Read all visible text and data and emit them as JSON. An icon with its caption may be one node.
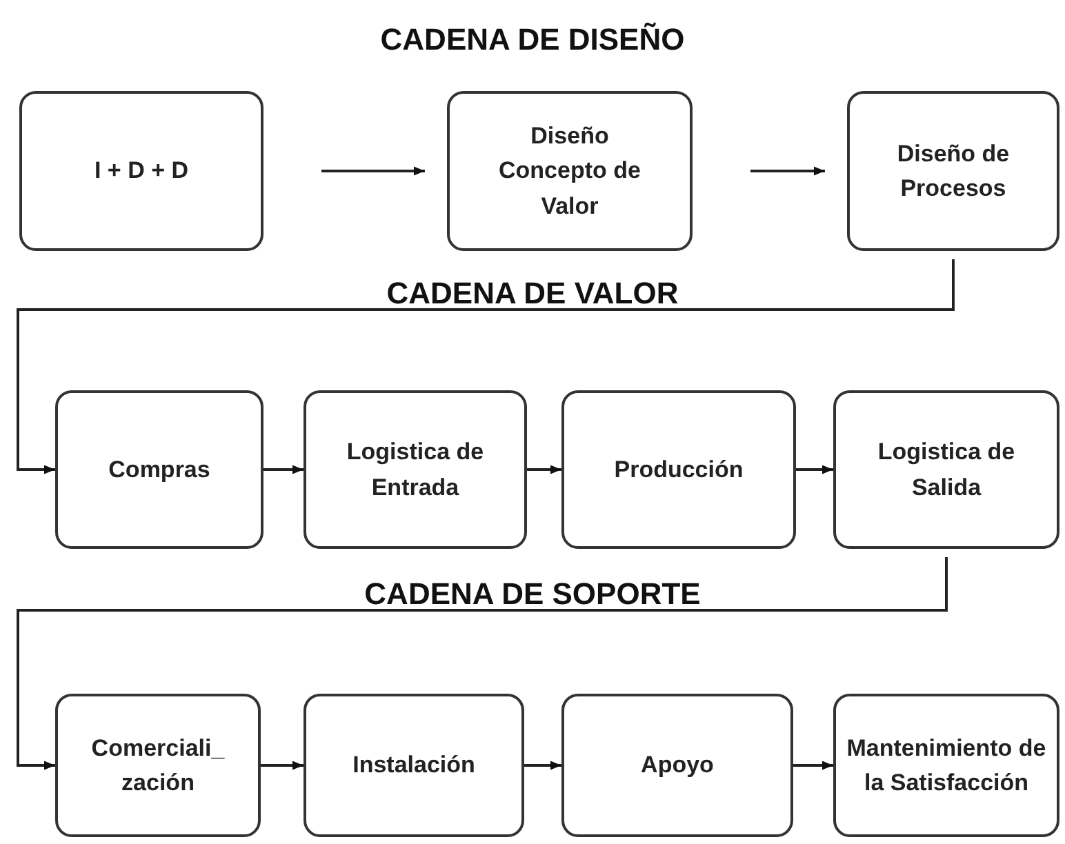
{
  "diagram": {
    "title": "CADENA DE DISEÑO",
    "nodes": [
      {
        "text": [
          "I + D + D"
        ]
      },
      {
        "text": [
          "Diseño Concepto de Valor"
        ]
      },
      {
        "text": [
          "Diseño de Procesos"
        ]
      },
      {
        "text": [
          "Compras"
        ]
      },
      {
        "text": [
          "Logistica de Entrada"
        ]
      },
      {
        "text": [
          "Producción"
        ]
      },
      {
        "text": [
          "Logistica de Salida"
        ]
      },
      {
        "text": [
          "Comerciali_ zación"
        ]
      },
      {
        "text": [
          "Instalación"
        ]
      },
      {
        "text": [
          "Apoyo"
        ]
      },
      {
        "text": [
          "Mantenimiento de la Satisfacción"
        ]
      }
    ],
    "edges": [
      {
        "from": 0,
        "to": 1,
        "arrow": "to"
      },
      {
        "from": 1,
        "to": 2,
        "arrow": "to"
      },
      {
        "from": 2,
        "to": 3,
        "arrow": "to"
      },
      {
        "from": 3,
        "to": 4,
        "arrow": "to"
      },
      {
        "from": 4,
        "to": 5,
        "arrow": "to"
      },
      {
        "from": 5,
        "to": 6,
        "arrow": "to"
      },
      {
        "from": 6,
        "to": 7,
        "arrow": "to"
      },
      {
        "from": 7,
        "to": 8,
        "arrow": "to"
      },
      {
        "from": 8,
        "to": 9,
        "arrow": "to"
      },
      {
        "from": 9,
        "to": 10,
        "arrow": "to"
      }
    ],
    "labels": [
      "CADENA DE VALOR",
      "CADENA DE SOPORTE"
    ]
  }
}
